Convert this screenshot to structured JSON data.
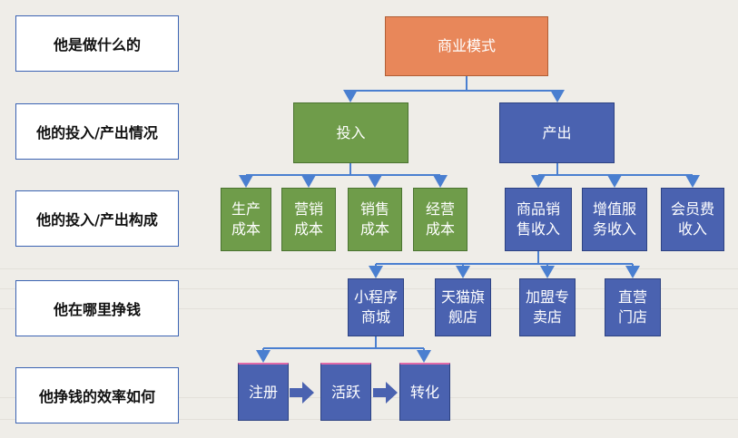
{
  "rows": [
    {
      "label": "他是做什么的"
    },
    {
      "label": "他的投入/产出情况"
    },
    {
      "label": "他的投入/产出构成"
    },
    {
      "label": "他在哪里挣钱"
    },
    {
      "label": "他挣钱的效率如何"
    }
  ],
  "root": {
    "label": "商业模式"
  },
  "level2": {
    "input": {
      "label": "投入"
    },
    "output": {
      "label": "产出"
    }
  },
  "costs": [
    {
      "label": "生产\n成本"
    },
    {
      "label": "营销\n成本"
    },
    {
      "label": "销售\n成本"
    },
    {
      "label": "经营\n成本"
    }
  ],
  "revenues": [
    {
      "label": "商品销\n售收入"
    },
    {
      "label": "增值服\n务收入"
    },
    {
      "label": "会员费\n收入"
    }
  ],
  "channels": [
    {
      "label": "小程序\n商城"
    },
    {
      "label": "天猫旗\n舰店"
    },
    {
      "label": "加盟专\n卖店"
    },
    {
      "label": "直营\n门店"
    }
  ],
  "funnel": [
    {
      "label": "注册"
    },
    {
      "label": "活跃"
    },
    {
      "label": "转化"
    }
  ],
  "colors": {
    "orange": "#e8875a",
    "green": "#6f9c4a",
    "blue": "#4a62b0",
    "connector": "#4a7fd0"
  }
}
